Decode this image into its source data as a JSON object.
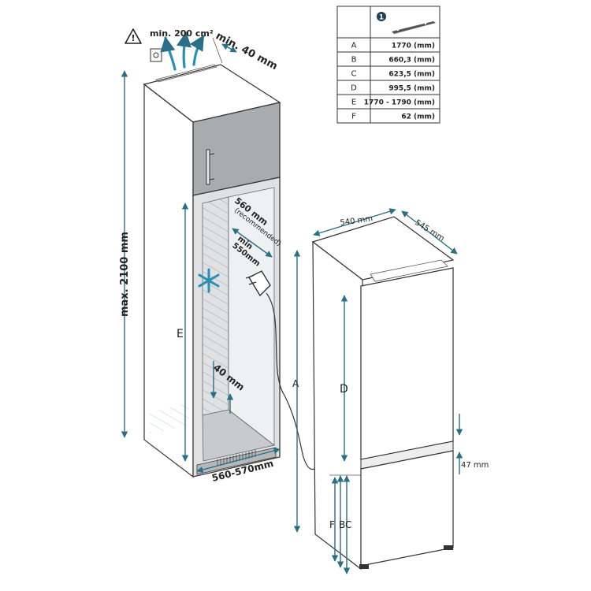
{
  "ventilation": {
    "area_label": "min. 200 cm²",
    "gap_label": "min. 40 mm"
  },
  "height_label": "max. 2100 mm",
  "niche": {
    "depth_recommended_label": "560 mm",
    "recommended_note": "(recommended)",
    "depth_min_label": "min\n550mm",
    "rear_gap_label": "40 mm",
    "width_label": "560-570mm",
    "e_letter": "E"
  },
  "appliance": {
    "width_label": "540 mm",
    "depth_label": "545 mm",
    "bottom_gap_label": "47 mm",
    "letters": {
      "a": "A",
      "b": "B",
      "c": "C",
      "d": "D",
      "f": "F"
    }
  },
  "spec_table": {
    "header_badge": "1",
    "rows": [
      {
        "key": "A",
        "value": "1770 (mm)"
      },
      {
        "key": "B",
        "value": "660,3 (mm)"
      },
      {
        "key": "C",
        "value": "623,5 (mm)"
      },
      {
        "key": "D",
        "value": "995,5 (mm)"
      },
      {
        "key": "E",
        "value": "1770 - 1790 (mm)"
      },
      {
        "key": "F",
        "value": "62 (mm)"
      }
    ]
  },
  "colors": {
    "accent": "#2a8fb5",
    "panel": "#a9acaf",
    "floor": "#c8cacc"
  },
  "icons": [
    "warning-icon",
    "ventilation-arrows-icon",
    "snowflake-icon",
    "plug-icon",
    "ventilation-grille-icon",
    "door-handle-icon"
  ]
}
